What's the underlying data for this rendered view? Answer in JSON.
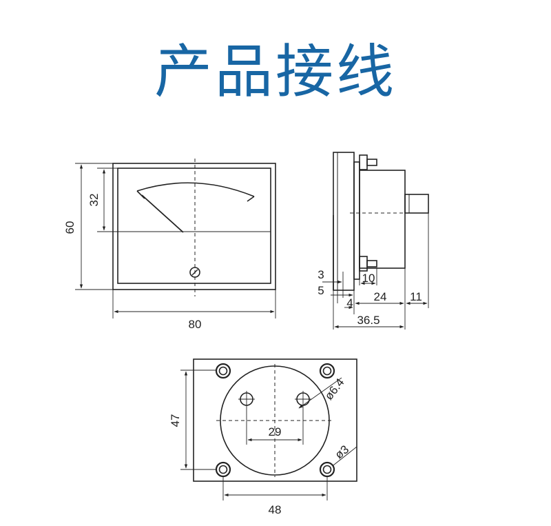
{
  "title": "产品接线",
  "colors": {
    "title": "#1866a4",
    "line": "#222222",
    "panel_fill": "#ffffff"
  },
  "front_view": {
    "dim_height_total": "60",
    "dim_height_scale": "32",
    "dim_width_total": "80"
  },
  "side_view": {
    "dim_a": "3",
    "dim_b": "5",
    "dim_c": "10",
    "dim_d": "4",
    "dim_e": "24",
    "dim_f": "11",
    "dim_total": "36.5"
  },
  "mounting_view": {
    "dim_vertical": "47",
    "dim_horizontal": "48",
    "dim_terminal_spacing": "29",
    "dim_cutout": "ø6.4",
    "dim_hole": "ø3"
  }
}
